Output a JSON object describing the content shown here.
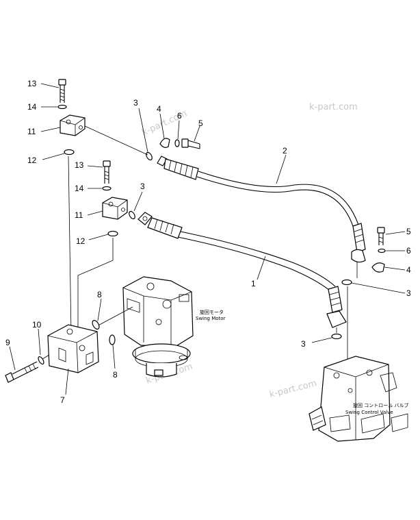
{
  "watermarks": [
    "k-part.com",
    "k-part.com",
    "k-part.com",
    "k-part.com"
  ],
  "callouts": {
    "c13a": "13",
    "c14a": "14",
    "c11a": "11",
    "c12a": "12",
    "c13b": "13",
    "c14b": "14",
    "c11b": "11",
    "c12b": "12",
    "c3a": "3",
    "c4a": "4",
    "c6a": "6",
    "c5a": "5",
    "c2": "2",
    "c3b": "3",
    "c1": "1",
    "c5b": "5",
    "c6b": "6",
    "c4b": "4",
    "c3c": "3",
    "c3d": "3",
    "c8a": "8",
    "c8b": "8",
    "c10": "10",
    "c9": "9",
    "c7": "7"
  },
  "swing_motor": {
    "label_jp": "旋回モータ",
    "label_en": "Swing Motor"
  },
  "swing_control_valve": {
    "label_jp": "旋回 コントロール バルブ",
    "label_en": "Swing Control Valve"
  }
}
